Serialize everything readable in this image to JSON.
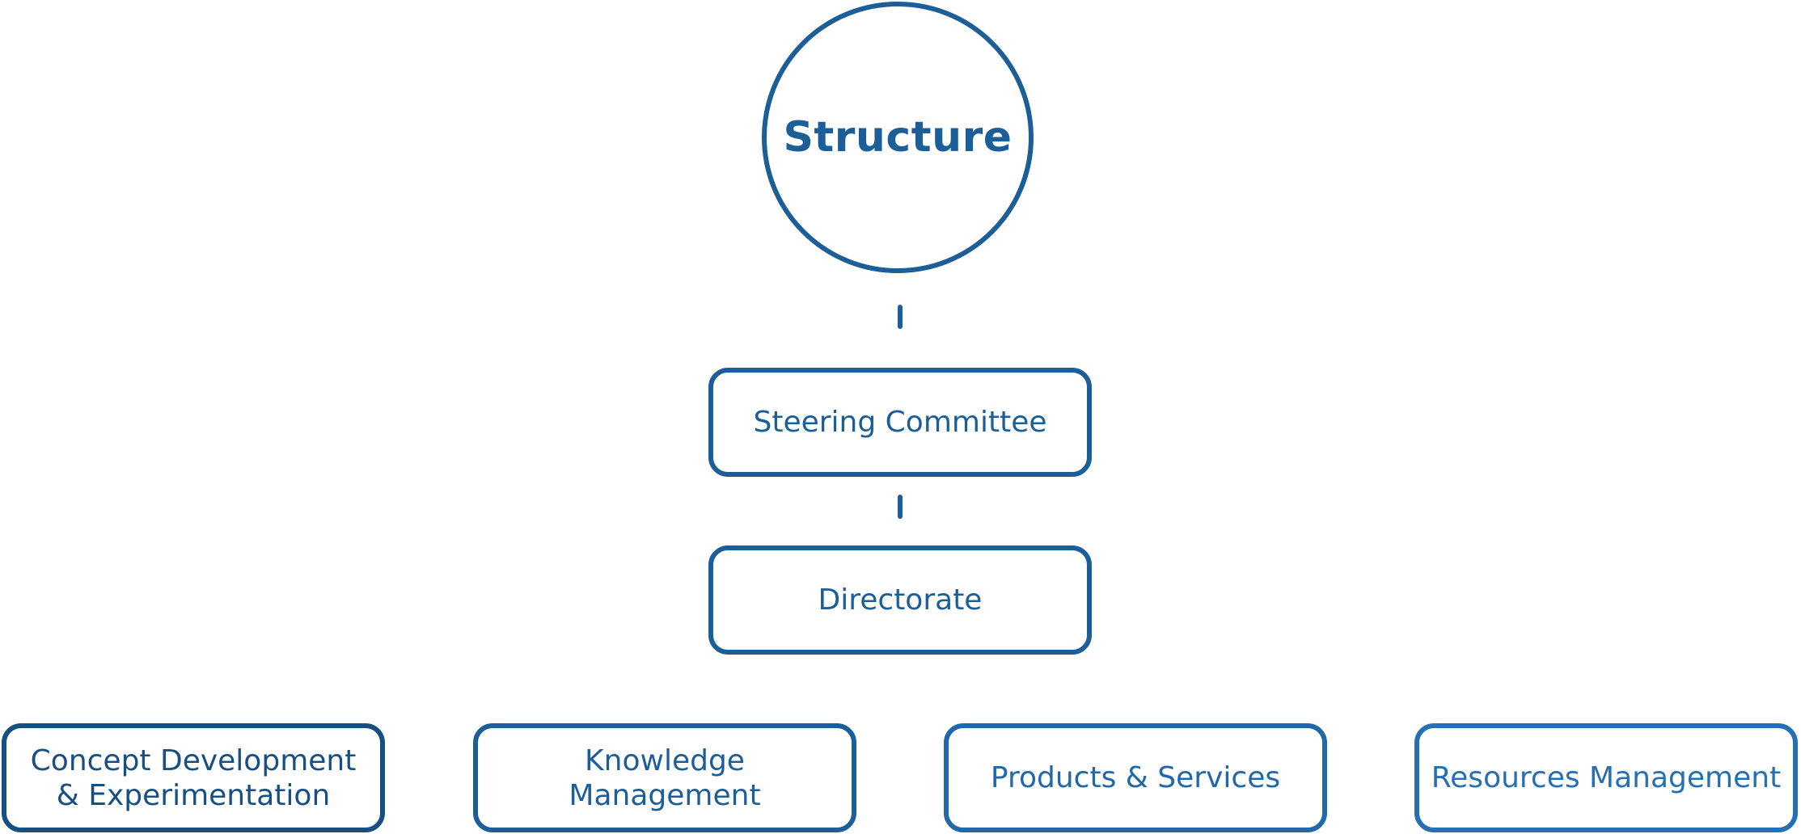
{
  "diagram": {
    "title": "Structure",
    "steering": "Steering Committee",
    "directorate": "Directorate",
    "units": [
      {
        "label": "Concept Development\n& Experimentation"
      },
      {
        "label": "Knowledge\nManagement"
      },
      {
        "label": "Products & Services"
      },
      {
        "label": "Resources Management"
      }
    ]
  },
  "colors": {
    "primary": "#1b5e98",
    "dark": "#184f82",
    "light": "#256fb4",
    "background": "#ffffff"
  }
}
